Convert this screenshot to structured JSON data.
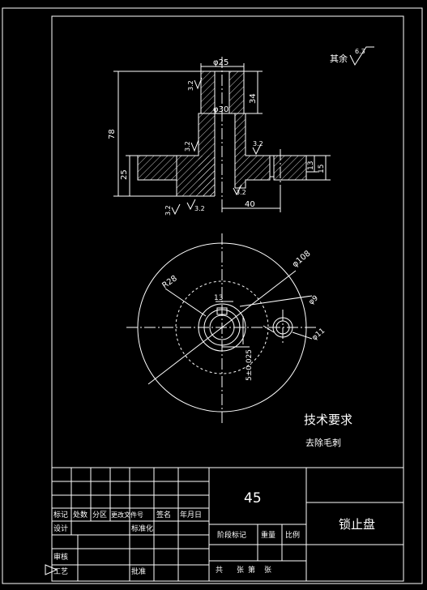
{
  "colors": {
    "background": "#000000",
    "lines": "#ffffff"
  },
  "dimensions": {
    "d25": "φ25",
    "d30": "φ30",
    "h34": "34",
    "h78": "78",
    "h25": "25",
    "w40": "40",
    "h13": "13",
    "h15": "15",
    "d108": "φ108",
    "r28": "R28",
    "w13": "13",
    "tol": "5±0.025",
    "d9": "φ9",
    "d11": "φ11"
  },
  "roughness": {
    "rest_label": "其余",
    "rest_value": "6.3",
    "value": "3.2"
  },
  "tech_requirements": {
    "title": "技术要求",
    "item": "去除毛刺"
  },
  "title_block": {
    "material": "45",
    "part_name": "锁止盘",
    "labels": {
      "biaoji": "标记",
      "chushu": "处数",
      "fenqu": "分区",
      "gengai": "更改文件号",
      "qianming": "签名",
      "nianyueri": "年月日",
      "sheji": "设计",
      "biaozhunhua": "标准化",
      "jieduan": "阶段标记",
      "zhongliang": "重量",
      "bili": "比例",
      "shenhe": "审核",
      "gongyi": "工艺",
      "pizhun": "批准",
      "gong": "共",
      "zhang1": "张",
      "di": "第",
      "zhang2": "张"
    }
  }
}
